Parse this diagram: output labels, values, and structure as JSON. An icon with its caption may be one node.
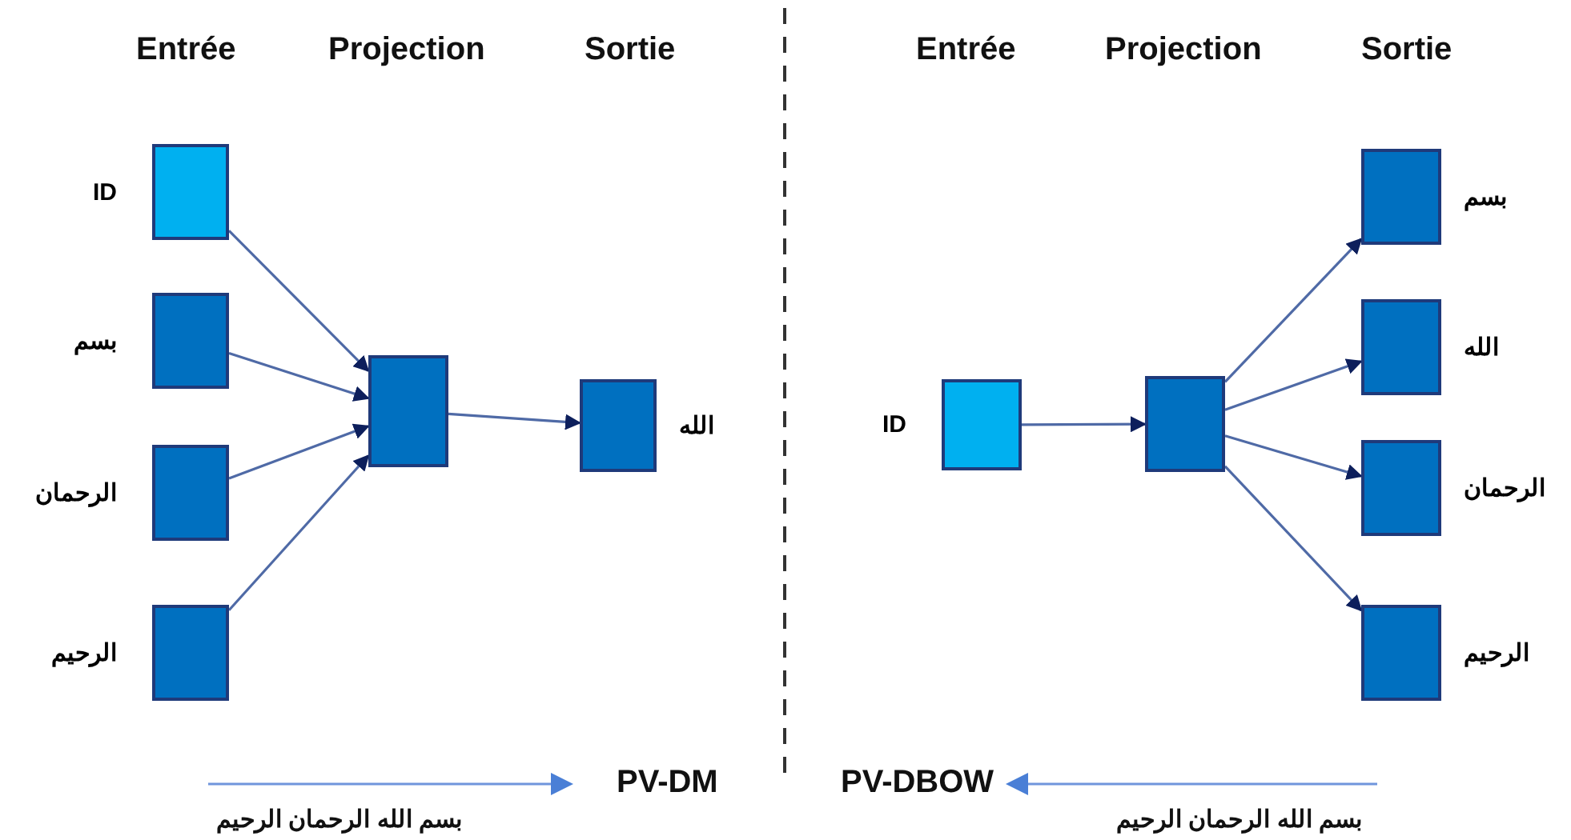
{
  "diagram": {
    "nodes": [
      {
        "text": [],
        "shape": "box",
        "beside": [
          "ID"
        ]
      },
      {
        "text": [],
        "shape": "box",
        "beside": [
          "بسم"
        ]
      },
      {
        "text": [],
        "shape": "box",
        "beside": [
          "الرحمان"
        ]
      },
      {
        "text": [],
        "shape": "box",
        "beside": [
          "الرحيم"
        ]
      },
      {
        "text": [],
        "shape": "box"
      },
      {
        "text": [],
        "shape": "box",
        "beside": [
          "الله"
        ]
      },
      {
        "text": [],
        "shape": "box",
        "beside": [
          "ID"
        ]
      },
      {
        "text": [],
        "shape": "box"
      },
      {
        "text": [],
        "shape": "box",
        "beside": [
          "بسم"
        ]
      },
      {
        "text": [],
        "shape": "box",
        "beside": [
          "الله"
        ]
      },
      {
        "text": [],
        "shape": "box",
        "beside": [
          "الرحمان"
        ]
      },
      {
        "text": [],
        "shape": "box",
        "beside": [
          "الرحيم"
        ]
      }
    ],
    "edges": [
      {
        "from": 0,
        "to": 4,
        "arrow": "to"
      },
      {
        "from": 1,
        "to": 4,
        "arrow": "to"
      },
      {
        "from": 2,
        "to": 4,
        "arrow": "to"
      },
      {
        "from": 3,
        "to": 4,
        "arrow": "to"
      },
      {
        "from": 4,
        "to": 5,
        "arrow": "to"
      },
      {
        "from": 6,
        "to": 7,
        "arrow": "to"
      },
      {
        "from": 7,
        "to": 8,
        "arrow": "to"
      },
      {
        "from": 7,
        "to": 9,
        "arrow": "to"
      },
      {
        "from": 7,
        "to": 10,
        "arrow": "to"
      },
      {
        "from": 7,
        "to": 11,
        "arrow": "to"
      }
    ],
    "labels": [
      "Entrée",
      "Projection",
      "Sortie",
      "Entrée",
      "Projection",
      "Sortie",
      "PV-DM",
      "PV-DBOW",
      "بسم الله الرحمان الرحيم",
      "بسم الله الرحمان الرحيم"
    ]
  }
}
